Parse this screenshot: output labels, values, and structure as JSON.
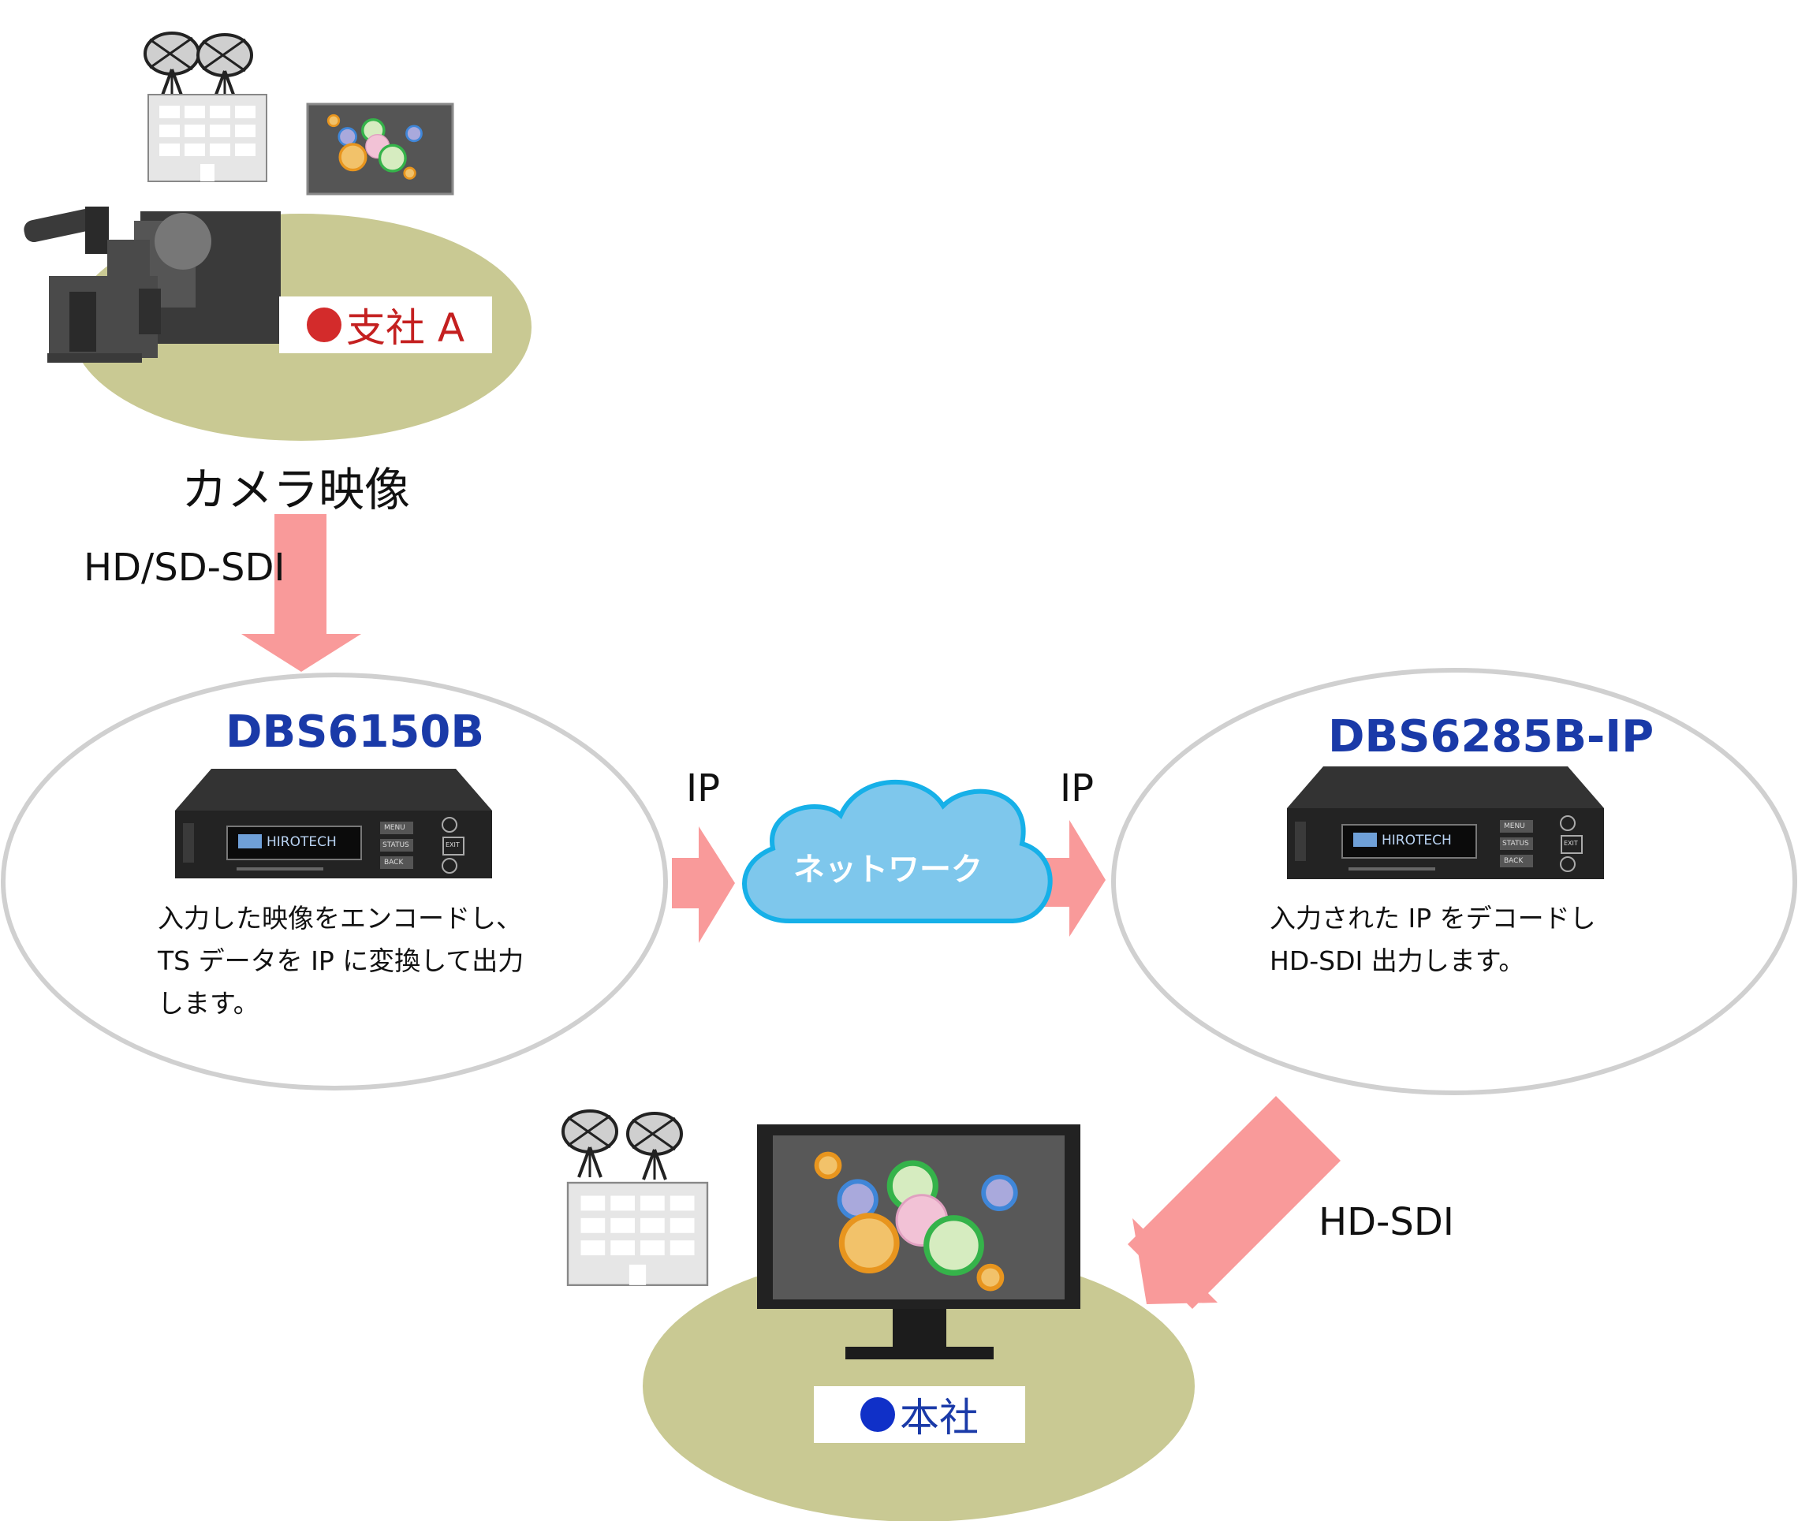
{
  "branch": {
    "label": "支社 A",
    "dot_color": "#d32b2b",
    "text_color": "#c42020"
  },
  "camera_caption": "カメラ映像",
  "link_in": "HD/SD-SDI",
  "encoder": {
    "model": "DBS6150B",
    "brand": "HIROTECH",
    "desc_lines": [
      "入力した映像をエンコードし、",
      "TS データを IP に変換して出力",
      "します。"
    ]
  },
  "ip_left": "IP",
  "network_label": "ネットワーク",
  "ip_right": "IP",
  "decoder": {
    "model": "DBS6285B-IP",
    "brand": "HIROTECH",
    "desc_lines": [
      "入力された IP をデコードし",
      "HD-SDI 出力します。"
    ]
  },
  "link_out": "HD-SDI",
  "hq": {
    "label": "本社",
    "dot_color": "#1030c8",
    "text_color": "#1a3aa8"
  },
  "device_buttons": [
    "MENU",
    "STATUS",
    "BACK",
    "EXIT"
  ],
  "colors": {
    "arrow": "#f99a9a",
    "ground": "#c9c993",
    "cloud_fill": "#7ec7ec",
    "cloud_stroke": "#16b0e8",
    "ellipse_stroke": "#d0d0d0",
    "model_blue": "#1a3aa8"
  }
}
